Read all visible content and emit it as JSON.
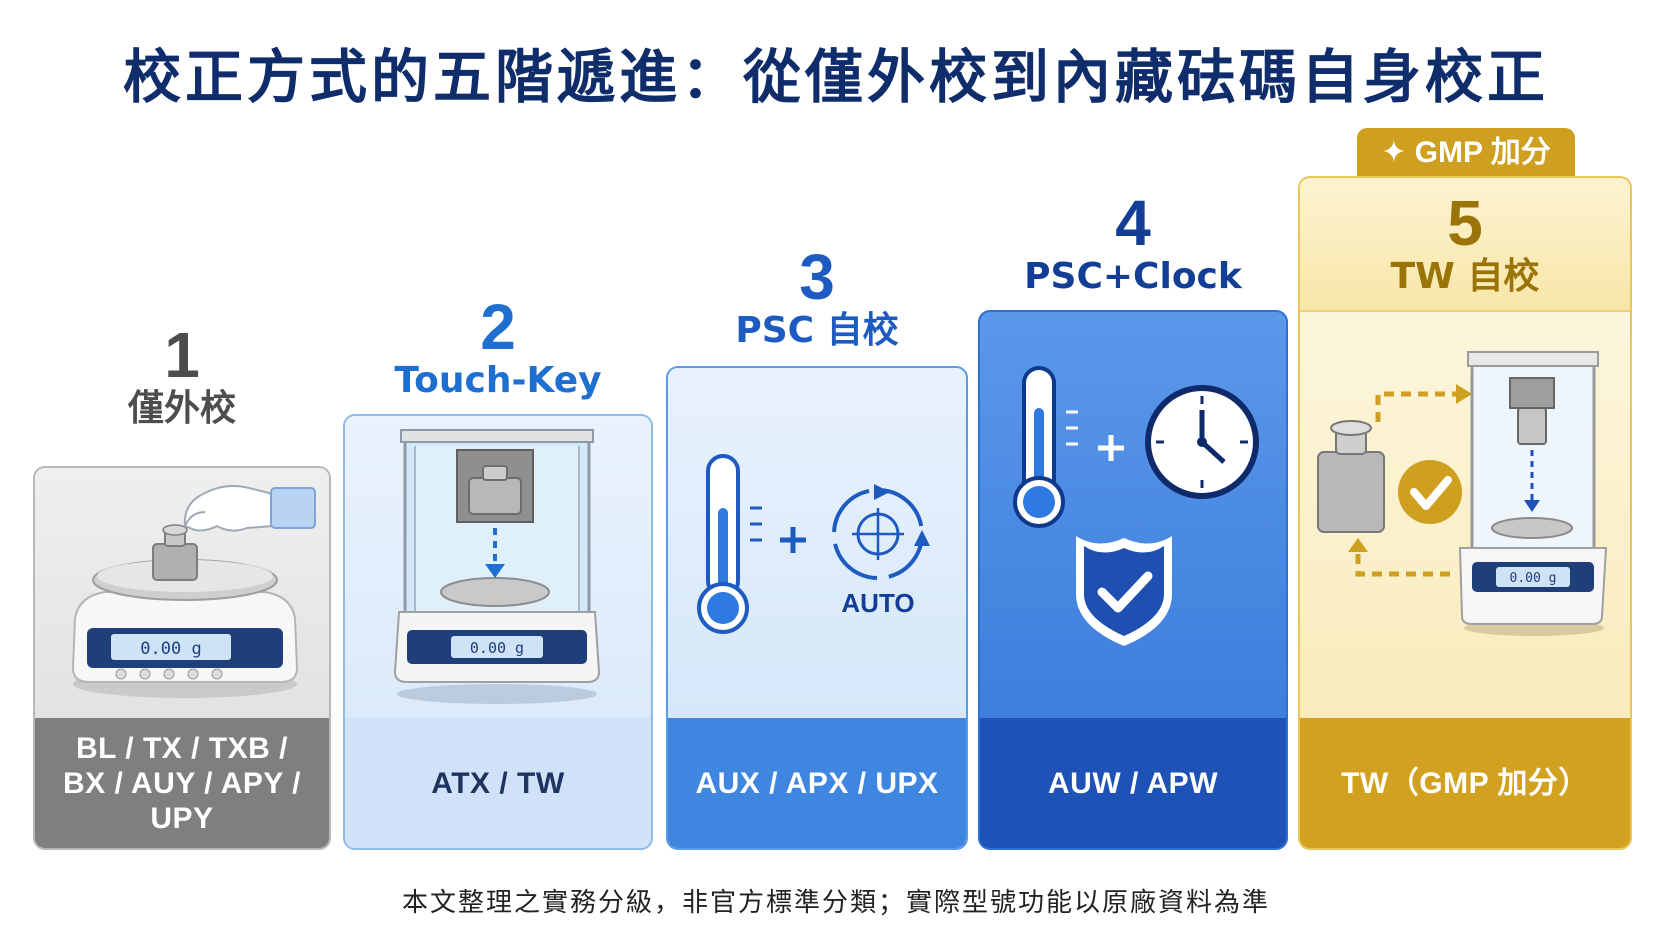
{
  "title": "校正方式的五階遞進：從僅外校到內藏砝碼自身校正",
  "colors": {
    "title": "#0f2d6b",
    "level1": "#4d4d4d",
    "level2": "#1f6fd1",
    "level3": "#1d5bc0",
    "level4": "#123f95",
    "level5": "#9a7408",
    "gold": "#cf9f20"
  },
  "levels": [
    {
      "number": "1",
      "name": "僅外校",
      "models_lines": [
        "BL / TX / TXB /",
        "BX / AUY / APY /",
        "UPY"
      ],
      "icons": [
        "analytical-balance-icon",
        "gloved-hand-icon",
        "calibration-weight-icon"
      ]
    },
    {
      "number": "2",
      "name": "Touch-Key",
      "models_lines": [
        "ATX / TW"
      ],
      "icons": [
        "enclosed-balance-icon",
        "internal-weight-icon",
        "down-arrow-icon"
      ]
    },
    {
      "number": "3",
      "name": "PSC 自校",
      "models_lines": [
        "AUX / APX / UPX"
      ],
      "icons": [
        "thermometer-icon",
        "plus-icon",
        "auto-target-icon"
      ],
      "auto_label": "AUTO"
    },
    {
      "number": "4",
      "name": "PSC+Clock",
      "models_lines": [
        "AUW / APW"
      ],
      "icons": [
        "thermometer-icon",
        "plus-icon",
        "clock-icon",
        "shield-check-icon"
      ]
    },
    {
      "number": "5",
      "name": "TW 自校",
      "models_lines": [
        "TW（GMP 加分）"
      ],
      "icons": [
        "calibration-weight-icon",
        "check-circle-icon",
        "enclosed-balance-icon"
      ],
      "badge": "✦ GMP 加分"
    }
  ],
  "display_readout": "0.00",
  "display_unit": "g",
  "footnote": "本文整理之實務分級，非官方標準分類；實際型號功能以原廠資料為準"
}
